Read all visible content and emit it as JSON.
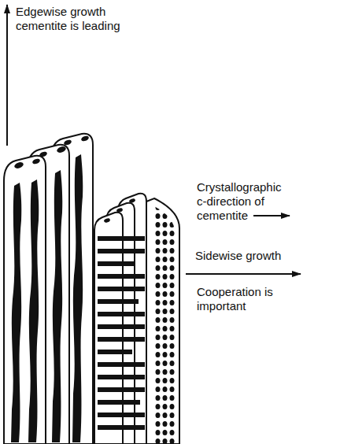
{
  "diagram": {
    "labels": [
      "Edgewise growth cementite is leading",
      "Crystallographic c-direction of cementite",
      "Sidewise growth",
      "Cooperation is important"
    ]
  }
}
